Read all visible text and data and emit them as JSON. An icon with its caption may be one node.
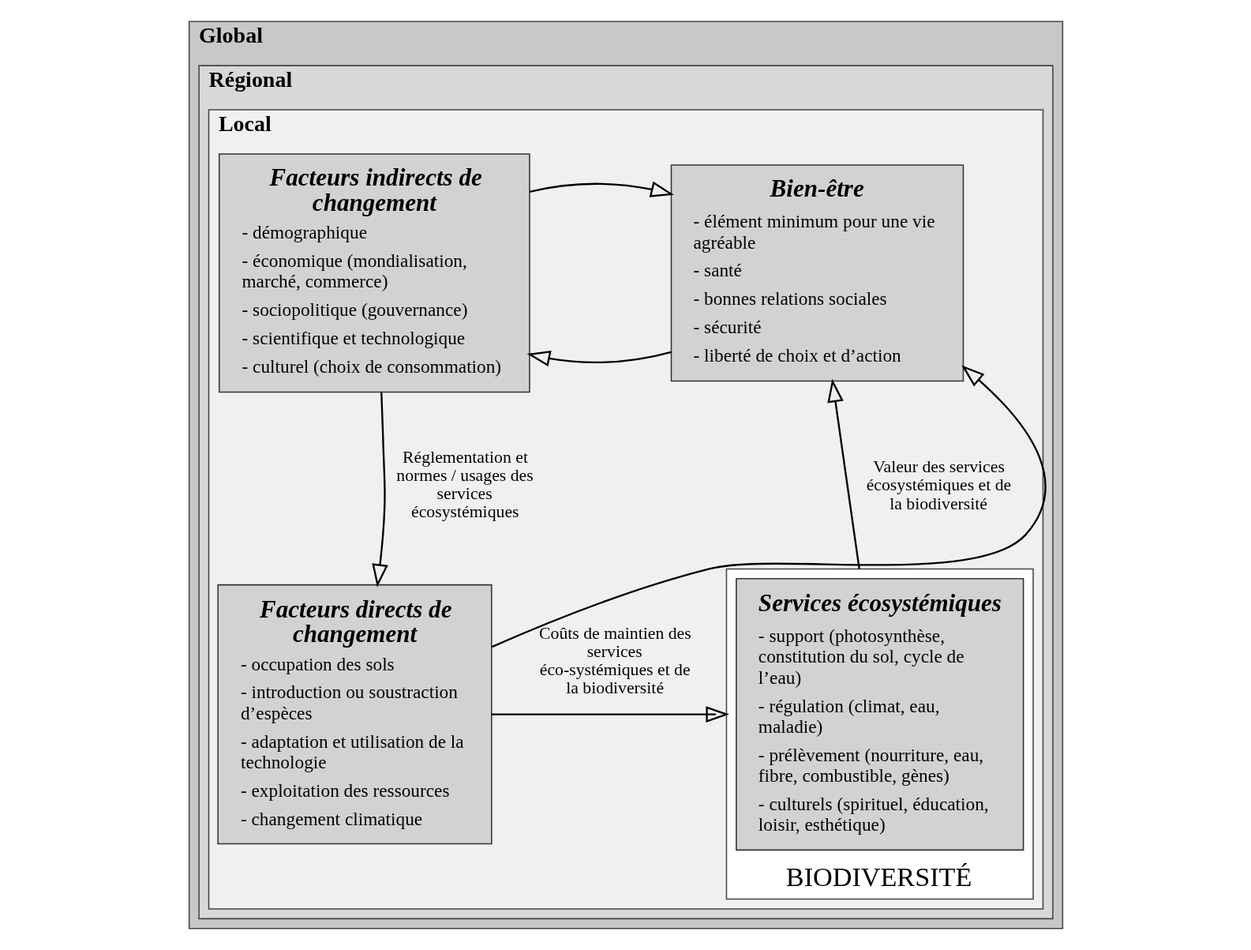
{
  "diagram": {
    "nodes": [
      {
        "text": [
          "Global"
        ]
      },
      {
        "text": [
          "Régional"
        ],
        "in": 0
      },
      {
        "text": [
          "Local"
        ],
        "in": 1
      },
      {
        "text": [
          "Bien-être",
          "- élément minimum pour une vie agréable",
          "- santé",
          "- bonnes relations sociales",
          "- sécurité",
          "- liberté de choix et d’action"
        ],
        "in": 2
      },
      {
        "text": [
          "Facteurs indirects de changement",
          "- démographique",
          "- économique (mondialisation, marché, commerce)",
          "- sociopolitique (gouvernance)",
          "- scientifique et technologique",
          "- culturel (choix de consommation)"
        ],
        "in": 2
      },
      {
        "text": [
          "BIODIVERSITÉ"
        ],
        "in": 2
      },
      {
        "text": [
          "Services écosystémiques",
          "- support (photosynthèse, constitution du sol, cycle de l’eau)",
          "- régulation (climat, eau, maladie)",
          "- prélèvement (nourriture, eau, fibre, combustible, gènes)",
          "- culturels (spirituel, éducation, loisir, esthétique)"
        ],
        "in": 5
      },
      {
        "text": [
          "Facteurs directs de changement",
          "- occupation des sols",
          "- introduction ou soustraction d’espèces",
          "- adaptation et utilisation de la technologie",
          "- exploitation des ressources",
          "- changement climatique"
        ],
        "in": 2
      }
    ],
    "edges": [
      {
        "from": 3,
        "to": 4,
        "arrow": "to"
      },
      {
        "from": 4,
        "to": 3,
        "arrow": "to"
      },
      {
        "from": 5,
        "to": 3,
        "arrow": "to",
        "label": "Valeur des services écosystémiques et de la biodiversité"
      },
      {
        "from": 7,
        "to": 3,
        "arrow": "to"
      },
      {
        "from": 4,
        "to": 7,
        "arrow": "to",
        "label": "Réglementation et normes / usages des services écosystémiques"
      },
      {
        "from": 7,
        "to": 5,
        "arrow": "to",
        "label": "Coûts de maintien des services éco-systémiques et de la biodiversité"
      }
    ]
  }
}
